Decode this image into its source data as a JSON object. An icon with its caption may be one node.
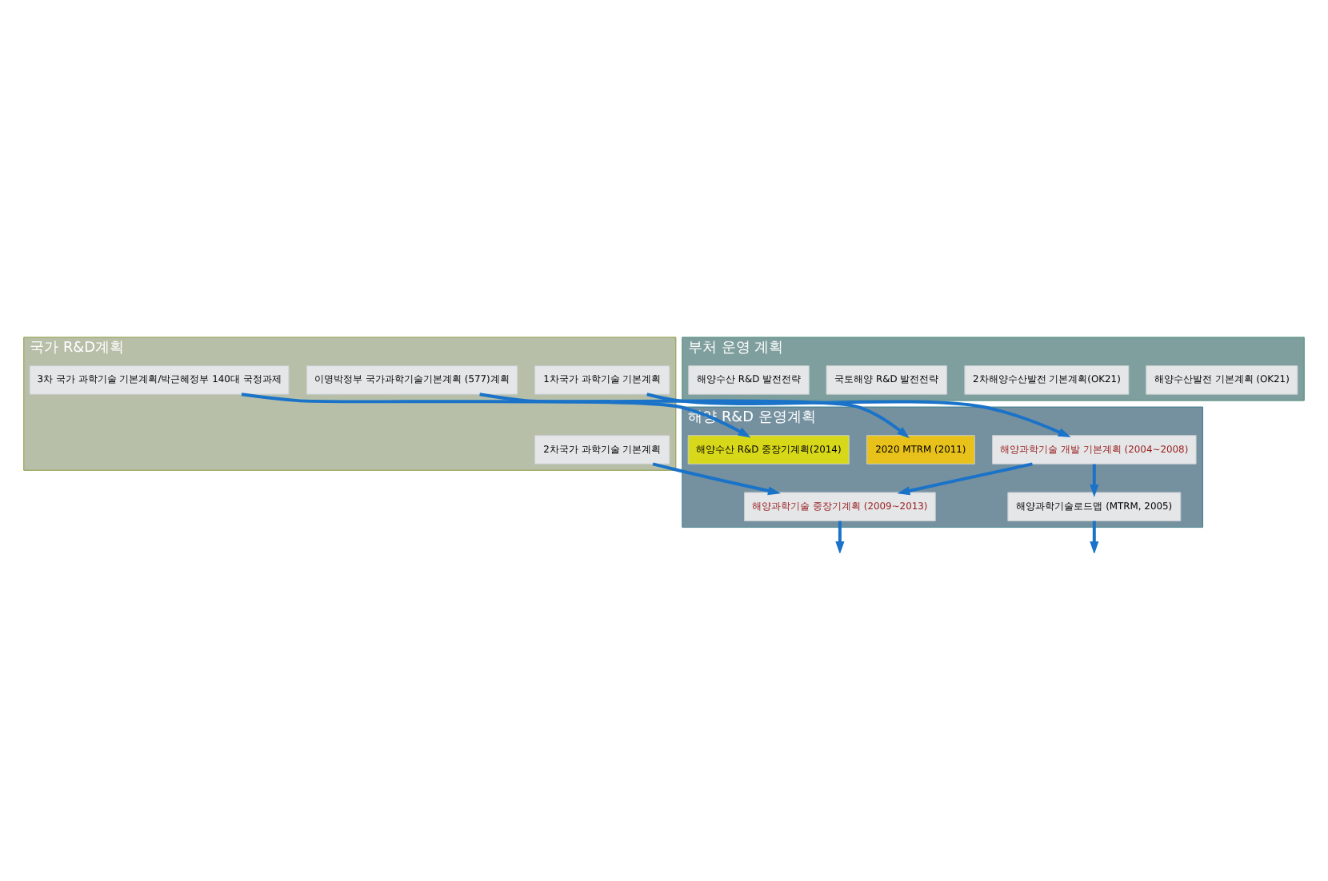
{
  "diagram": {
    "nodes": [
      {
        "text": [
          "국가 R&D계획"
        ]
      },
      {
        "text": [
          "1차국가 과학기술 기본계획"
        ],
        "in": 0
      },
      {
        "text": [
          "2차국가 과학기술 기본계획"
        ],
        "in": 0
      },
      {
        "text": [
          "이명박정부 국가과학기술기본계획 (577)계획"
        ],
        "in": 0
      },
      {
        "text": [
          "3차 국가 과학기술 기본계획/박근혜정부 140대 국정과제"
        ],
        "in": 0
      },
      {
        "text": [
          "부처 운영 계획"
        ]
      },
      {
        "text": [
          "해양수산발전 기본계획 (OK21)"
        ],
        "in": 5
      },
      {
        "text": [
          "2차해양수산발전 기본계획(OK21)"
        ],
        "in": 5
      },
      {
        "text": [
          "국토해양 R&D 발전전략"
        ],
        "in": 5
      },
      {
        "text": [
          "해양수산 R&D 발전전략"
        ],
        "in": 5
      },
      {
        "text": [
          "해양 R&D 운영계획"
        ]
      },
      {
        "text": [
          "해양과학기술 개발 기본계획 (2004~2008)"
        ],
        "in": 10
      },
      {
        "text": [
          "해양과학기술 중장기계획 (2009~2013)"
        ],
        "in": 10
      },
      {
        "text": [
          "해양과학기술로드맵 (MTRM, 2005)"
        ],
        "in": 10
      },
      {
        "text": [
          "2020 MTRM (2011)"
        ],
        "in": 10
      },
      {
        "text": [
          "해양수산 R&D 중장기계획(2014)"
        ],
        "in": 10
      }
    ],
    "edges": [
      {
        "from": 1,
        "to": 11,
        "arrow": "to"
      },
      {
        "from": 2,
        "to": 12,
        "arrow": "to"
      },
      {
        "from": 11,
        "to": 12,
        "arrow": "to"
      },
      {
        "from": 11,
        "to": 13,
        "arrow": "to"
      },
      {
        "from": 12,
        "to": null,
        "arrow": "to"
      },
      {
        "from": 13,
        "to": null,
        "arrow": "to"
      },
      {
        "from": 3,
        "to": 14,
        "arrow": "to"
      },
      {
        "from": 4,
        "to": 15,
        "arrow": "to"
      }
    ]
  }
}
